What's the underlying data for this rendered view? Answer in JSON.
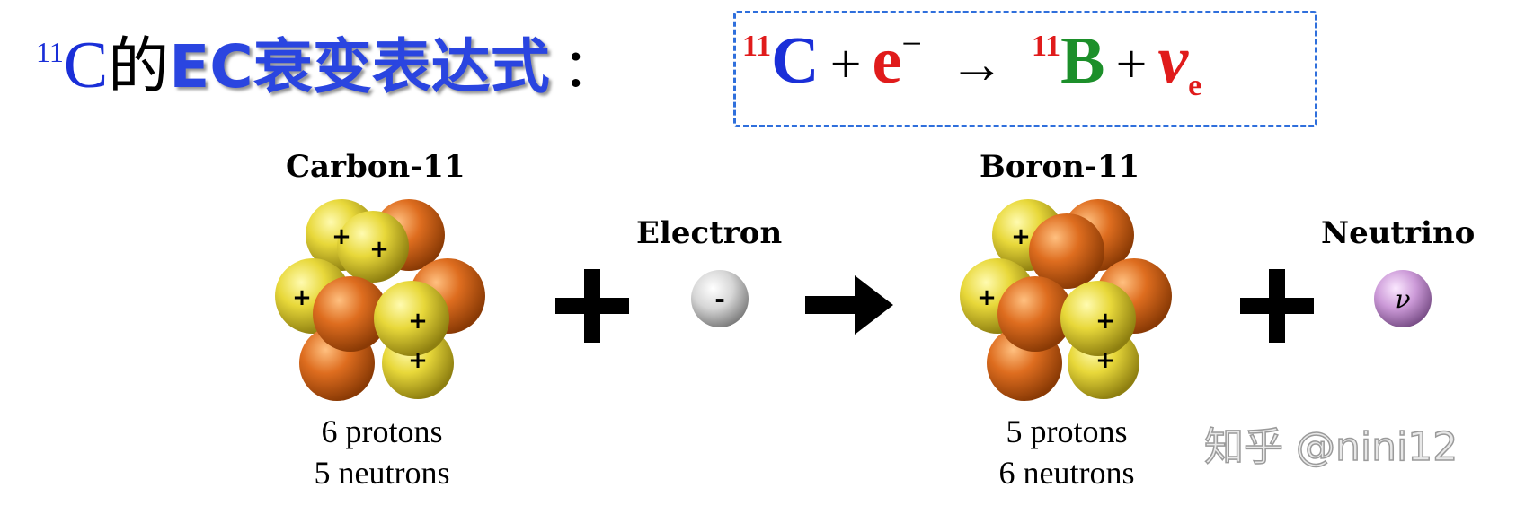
{
  "title": {
    "isotope_mass": "11",
    "element": "C",
    "de": "的",
    "emphasis": "EC衰变表达式",
    "colon": "："
  },
  "equation": {
    "carbon_mass": "11",
    "carbon_symbol": "C",
    "plus_1": "+",
    "electron": "e",
    "electron_charge": "−",
    "arrow": "→",
    "boron_mass": "11",
    "boron_symbol": "B",
    "plus_2": "+",
    "neutrino": "ν",
    "neutrino_subscript": "e"
  },
  "diagram": {
    "reactant_nucleus": {
      "label": "Carbon-11",
      "protons": "6 protons",
      "neutrons": "5 neutrons"
    },
    "electron": {
      "label": "Electron",
      "sign": "-"
    },
    "product_nucleus": {
      "label": "Boron-11",
      "protons": "5 protons",
      "neutrons": "6 neutrons"
    },
    "neutrino": {
      "label": "Neutrino",
      "symbol": "ν"
    },
    "plus_sign": "+",
    "proton_mark": "+"
  },
  "colors": {
    "title_blue": "#1a2fd8",
    "red": "#e01b1b",
    "green": "#1c8f2a",
    "box_border": "#2f6fdc",
    "proton": "#e6d23a",
    "neutron": "#d96a1c",
    "electron": "#d9d9d9",
    "neutrino": "#c89ad6"
  },
  "watermark": "知乎 @nini12"
}
